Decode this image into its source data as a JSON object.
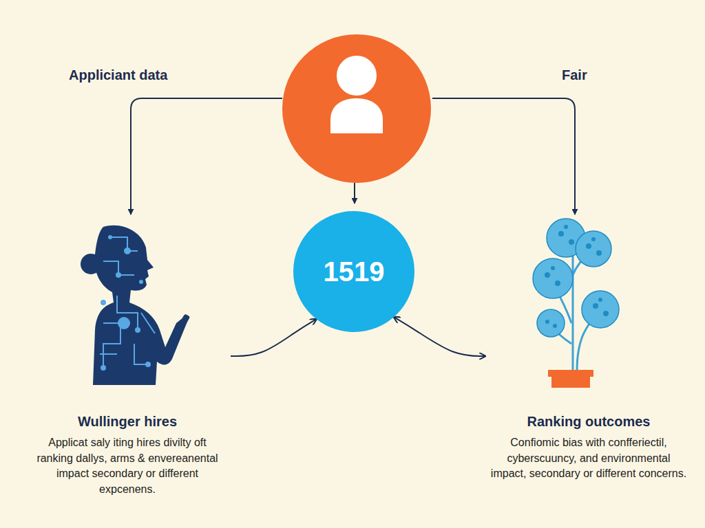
{
  "diagram": {
    "nodes": [
      {
        "text": [
          "Wullinger hires",
          "Applicat saly iting hires divilty oft ranking dallys, arms & envereanental impact secondary or different expcenens."
        ]
      },
      {
        "text": [
          "1519"
        ]
      },
      {
        "text": [
          "Ranking outcomes",
          "Confiomic bias with confferiectil, cyberscuuncy, and environmental impact, secondary or different concerns."
        ]
      }
    ],
    "edges": [
      {
        "from": 0,
        "to": 1,
        "arrow": "to"
      },
      {
        "from": 1,
        "to": 2,
        "arrow": "both"
      }
    ],
    "labels": [
      "Appliciant data",
      "Fair"
    ]
  }
}
